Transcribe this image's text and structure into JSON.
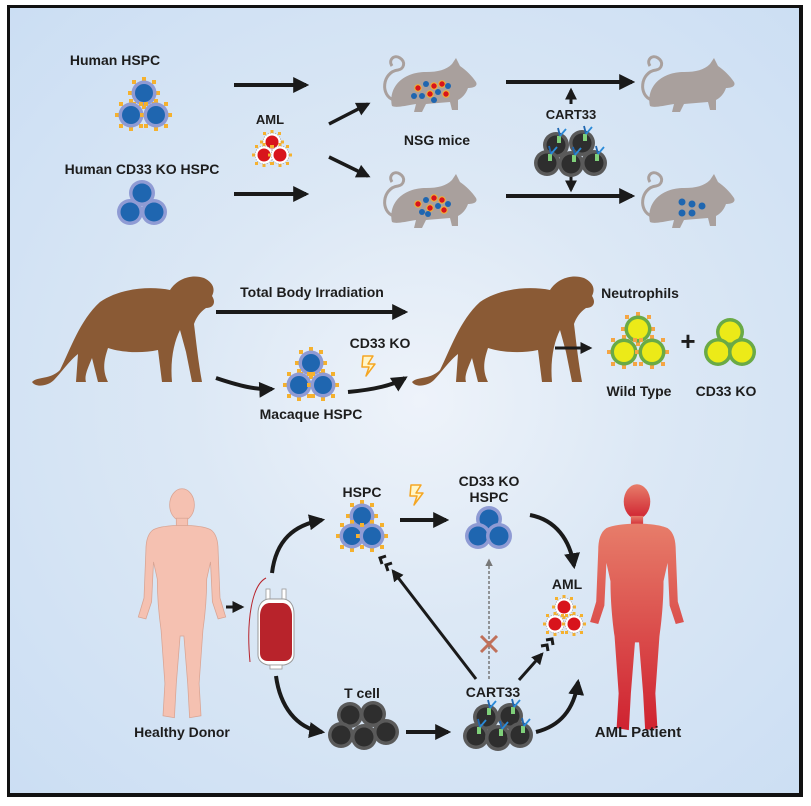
{
  "colors": {
    "background": "#cbdef3",
    "border": "#111111",
    "hspc_nucleus": "#1f66b0",
    "hspc_membrane": "#8f9bd4",
    "cd33_marker": "#f5b12e",
    "aml_nucleus": "#d8141c",
    "tcell": "#3a3a3a",
    "mouse": "#a9a09d",
    "macaque": "#8a5a35",
    "neutrophil_core": "#ecea18",
    "neutrophil_ring": "#6aaa46",
    "donor_skin": "#f5c1b1",
    "patient": "#d63a35",
    "blood_bag": "#b8232b",
    "arrow": "#1a1a1a",
    "block_x": "#c0705a",
    "lightning": "#f5a623"
  },
  "panel1": {
    "human_hspc_label": "Human HSPC",
    "human_cd33ko_hspc_label": "Human CD33 KO HSPC",
    "aml_label": "AML",
    "nsg_mice_label": "NSG mice",
    "cart33_label": "CART33"
  },
  "panel2": {
    "tbi_label": "Total Body Irradiation",
    "cd33ko_label": "CD33 KO",
    "macaque_hspc_label": "Macaque HSPC",
    "neutrophils_label": "Neutrophils",
    "plus_sign": "+",
    "wild_type_label": "Wild Type",
    "cd33ko_neutrophil_label": "CD33 KO"
  },
  "panel3": {
    "hspc_label": "HSPC",
    "cd33ko_hspc_line1": "CD33 KO",
    "cd33ko_hspc_line2": "HSPC",
    "aml_label": "AML",
    "tcell_label": "T cell",
    "cart33_label": "CART33",
    "healthy_donor_label": "Healthy Donor",
    "aml_patient_label": "AML Patient"
  }
}
